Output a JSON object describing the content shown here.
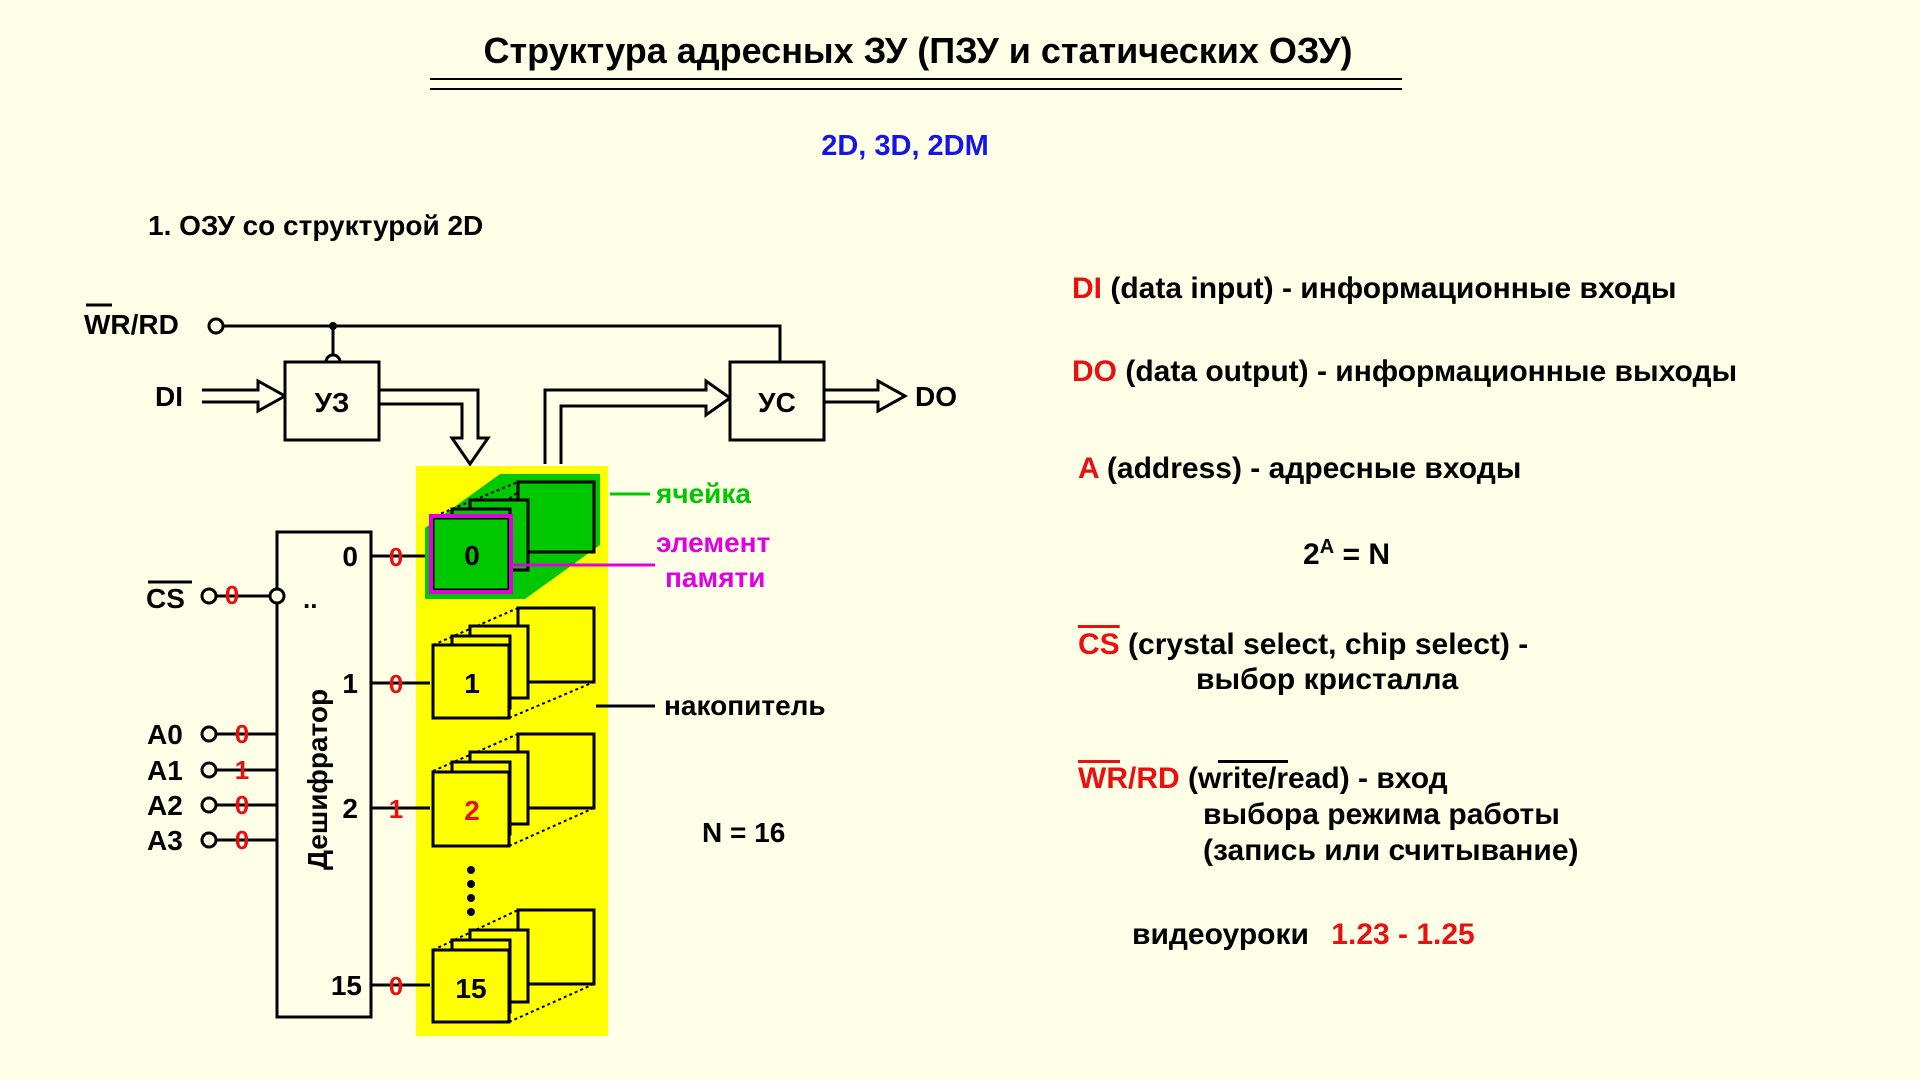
{
  "title": "Структура адресных ЗУ (ПЗУ и статических ОЗУ)",
  "subtitle": "2D, 3D, 2DM",
  "section_heading": "1. ОЗУ со структурой 2D",
  "colors": {
    "background": "#FFFFE8",
    "accent_red": "#E81010",
    "accent_blue": "#1515E8",
    "cell_green": "#00C800",
    "element_magenta": "#E000E0",
    "block_yellow": "#FFFF00"
  },
  "diagram": {
    "wr_rd_label": "WR/RD",
    "di_label": "DI",
    "do_label": "DO",
    "write_amp_label": "УЗ",
    "sense_amp_label": "УС",
    "cs_label": "CS",
    "cs_value": "0",
    "decoder_label": "Дешифратор",
    "decoder_dots": "..",
    "address_inputs": [
      {
        "name": "A0",
        "value": "0"
      },
      {
        "name": "A1",
        "value": "1"
      },
      {
        "name": "A2",
        "value": "0"
      },
      {
        "name": "A3",
        "value": "0"
      }
    ],
    "decoder_outputs": [
      {
        "index": "0",
        "value": "0"
      },
      {
        "index": "1",
        "value": "0"
      },
      {
        "index": "2",
        "value": "1"
      },
      {
        "index": "15",
        "value": "0"
      }
    ],
    "cell_numbers": [
      "0",
      "1",
      "2",
      "15"
    ],
    "cell_label": "ячейка",
    "element_label_line1": "элемент",
    "element_label_line2": "памяти",
    "storage_label": "накопитель",
    "n_label": "N = 16"
  },
  "legend": {
    "di": {
      "term": "DI",
      "text": "(data input) - информационные входы"
    },
    "do": {
      "term": "DO",
      "text": "(data output) - информационные выходы"
    },
    "a": {
      "term": "A",
      "text": "(address) - адресные входы"
    },
    "formula": {
      "base": "2",
      "exp": "A",
      "rest": " = N"
    },
    "cs": {
      "term": "CS",
      "line1": "(crystal select, chip select) -",
      "line2": "выбор кристалла"
    },
    "wr_rd": {
      "term": "WR/RD",
      "line1": "(write/read) - вход",
      "line2": "выбора режима работы",
      "line3": "(запись или считывание)"
    },
    "video": {
      "label": "видеоуроки",
      "range": "1.23 - 1.25"
    }
  }
}
